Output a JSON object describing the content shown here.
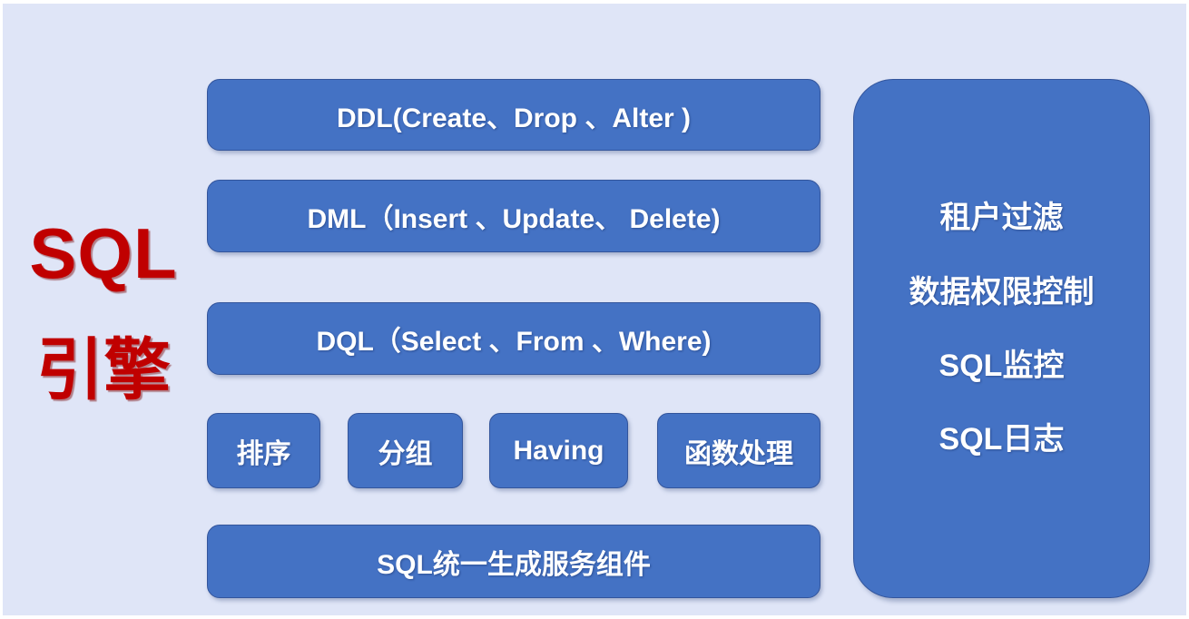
{
  "slide": {
    "background_color": "#dfe5f7",
    "accent_color": "#4472c4",
    "label_color": "#c00000",
    "text_color": "#ffffff"
  },
  "engine_label": {
    "line1": "SQL",
    "line2": "引擎"
  },
  "statement_boxes": [
    {
      "id": "ddl",
      "label": "DDL(Create、Drop 、Alter )"
    },
    {
      "id": "dml",
      "label": "DML（Insert 、Update、 Delete)"
    },
    {
      "id": "dql",
      "label": "DQL（Select 、From 、Where)"
    }
  ],
  "clause_boxes": [
    {
      "id": "sort",
      "label": "排序"
    },
    {
      "id": "group",
      "label": "分组"
    },
    {
      "id": "having",
      "label": "Having"
    },
    {
      "id": "func",
      "label": "函数处理"
    }
  ],
  "service_box": {
    "label": "SQL统一生成服务组件"
  },
  "side_panel": {
    "items": [
      {
        "id": "tenant-filter",
        "label": "租户过滤"
      },
      {
        "id": "data-permission",
        "label": "数据权限控制"
      },
      {
        "id": "sql-monitor",
        "label": "SQL监控"
      },
      {
        "id": "sql-log",
        "label": "SQL日志"
      }
    ]
  }
}
